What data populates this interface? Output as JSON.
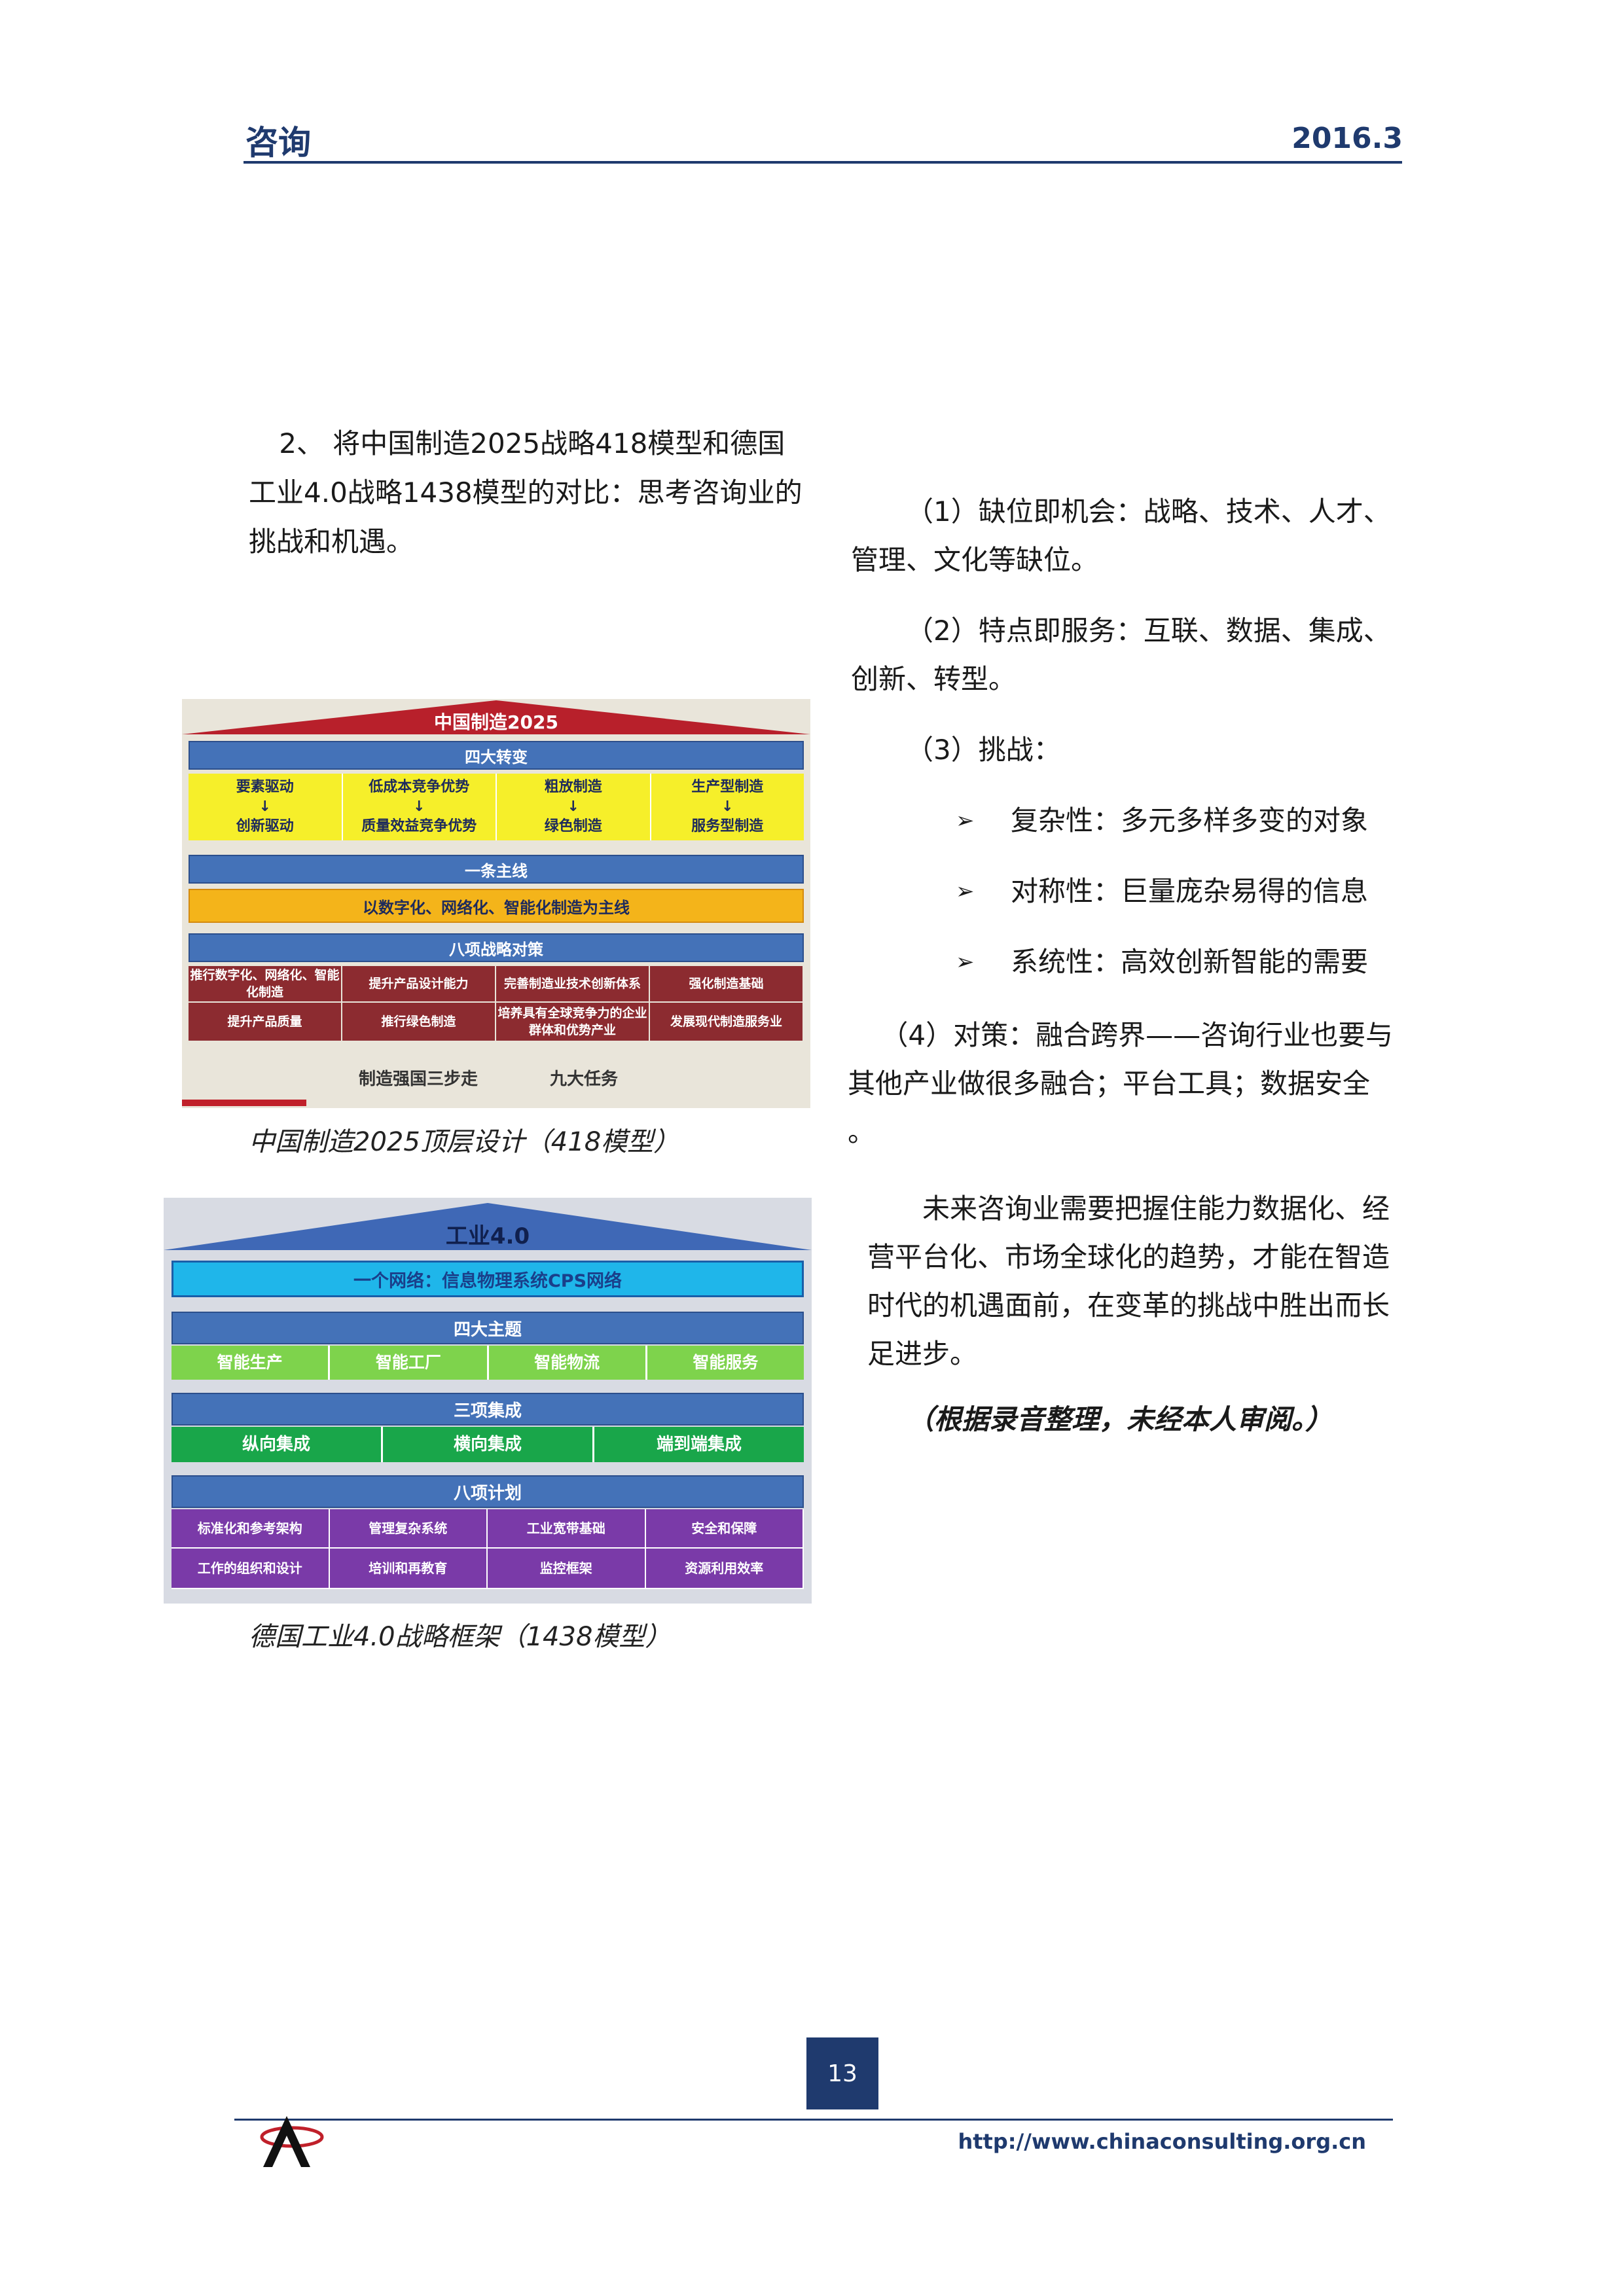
{
  "header": {
    "title": "咨询",
    "date": "2016.3"
  },
  "intro": "2、   将中国制造2025战略418模型和德国工业4.0战略1438模型的对比：思考咨询业的挑战和机遇。",
  "figure1": {
    "title": "中国制造2025",
    "band1": "四大转变",
    "transforms": [
      {
        "from": "要素驱动",
        "arrow": "↓",
        "to": "创新驱动"
      },
      {
        "from": "低成本竞争优势",
        "arrow": "↓",
        "to": "质量效益竞争优势"
      },
      {
        "from": "粗放制造",
        "arrow": "↓",
        "to": "绿色制造"
      },
      {
        "from": "生产型制造",
        "arrow": "↓",
        "to": "服务型制造"
      }
    ],
    "band2": "一条主线",
    "mainline": "以数字化、网络化、智能化制造为主线",
    "band3": "八项战略对策",
    "measures": [
      "推行数字化、网络化、智能化制造",
      "提升产品设计能力",
      "完善制造业技术创新体系",
      "强化制造基础",
      "提升产品质量",
      "推行绿色制造",
      "培养具有全球竞争力的企业群体和优势产业",
      "发展现代制造服务业"
    ],
    "footer_left": "制造强国三步走",
    "footer_right": "九大任务",
    "caption": "中国制造2025顶层设计（418模型）"
  },
  "figure2": {
    "title": "工业4.0",
    "network": "一个网络：信息物理系统CPS网络",
    "band1": "四大主题",
    "themes": [
      "智能生产",
      "智能工厂",
      "智能物流",
      "智能服务"
    ],
    "band2": "三项集成",
    "integrations": [
      "纵向集成",
      "横向集成",
      "端到端集成"
    ],
    "band3": "八项计划",
    "plans": [
      "标准化和参考架构",
      "管理复杂系统",
      "工业宽带基础",
      "安全和保障",
      "工作的组织和设计",
      "培训和再教育",
      "监控框架",
      "资源利用效率"
    ],
    "caption": "德国工业4.0战略框架（1438模型）"
  },
  "right": {
    "p1": "（1）缺位即机会：战略、技术、人才、管理、文化等缺位。",
    "p2": "（2）特点即服务：互联、数据、集成、创新、转型。",
    "p3": "（3）挑战：",
    "bullets": [
      {
        "mark": "➢",
        "text": "复杂性：多元多样多变的对象"
      },
      {
        "mark": "➢",
        "text": "对称性：巨量庞杂易得的信息"
      },
      {
        "mark": "➢",
        "text": "系统性：高效创新智能的需要"
      }
    ],
    "p4": "（4）对策：融合跨界——咨询行业也要与其他产业做很多融合；平台工具；数据安全 。",
    "p5": "未来咨询业需要把握住能力数据化、经营平台化、市场全球化的趋势，才能在智造时代的机遇面前，在变革的挑战中胜出而长足进步。",
    "note": "（根据录音整理，未经本人审阅。）"
  },
  "page_number": "13",
  "footer_url": "http://www.chinaconsulting.org.cn"
}
